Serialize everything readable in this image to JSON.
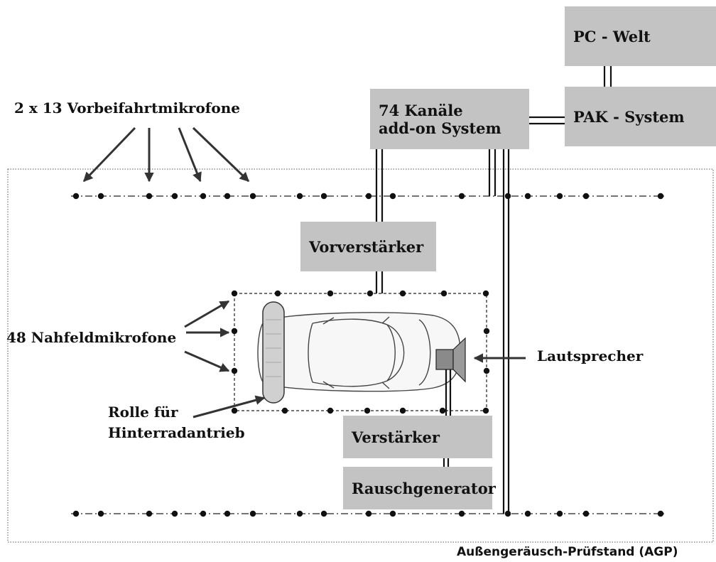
{
  "labels": {
    "pc_welt": "PC - Welt",
    "pak_system": "PAK - System",
    "kanaele_line1": "74 Kanäle",
    "kanaele_line2": "add-on System",
    "vorverstaerker": "Vorverstärker",
    "verstaerker": "Verstärker",
    "rauschgenerator": "Rauschgenerator",
    "vorbeifahrt": "2 x 13 Vorbeifahrtmikrofone",
    "nahfeld": "48 Nahfeldmikrofone",
    "rolle_line1": "Rolle für",
    "rolle_line2": "Hinterradantrieb",
    "lautsprecher": "Lautsprecher",
    "caption": "Außengeräusch-Prüfstand (AGP)"
  },
  "colors": {
    "box_fill": "#c3c3c3",
    "ink": "#111111",
    "roller_fill": "#d0d0d0",
    "speaker_fill": "#8a8a8a"
  },
  "icons": {
    "car": "car-top-view-icon",
    "roller": "roller-icon",
    "speaker": "loudspeaker-icon"
  }
}
